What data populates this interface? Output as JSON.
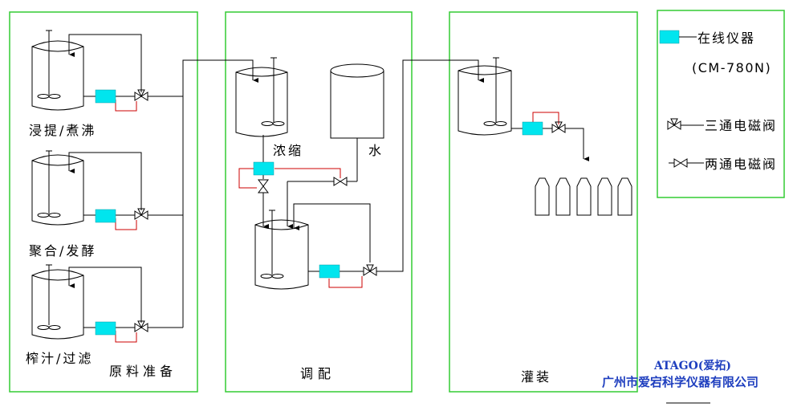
{
  "sections": {
    "raw_material": "原料准备",
    "blending": "调配",
    "filling": "灌装"
  },
  "tanks": {
    "extract_boil": "浸提/煮沸",
    "polymerize_ferment": "聚合/发酵",
    "press_filter": "榨汁/过滤",
    "concentrate": "浓缩",
    "water": "水"
  },
  "legend": {
    "online_instrument": "在线仪器",
    "model": "(CM-780N)",
    "three_way_valve": "三通电磁阀",
    "two_way_valve": "两通电磁阀"
  },
  "brand": {
    "name": "ATAGO(爱拓)",
    "company": "广州市爱宕科学仪器有限公司"
  },
  "colors": {
    "section_border": "#33cc33",
    "instrument_fill": "#00e5ee",
    "sample_line": "#cc0000",
    "brand_text": "#1f3fbf"
  }
}
